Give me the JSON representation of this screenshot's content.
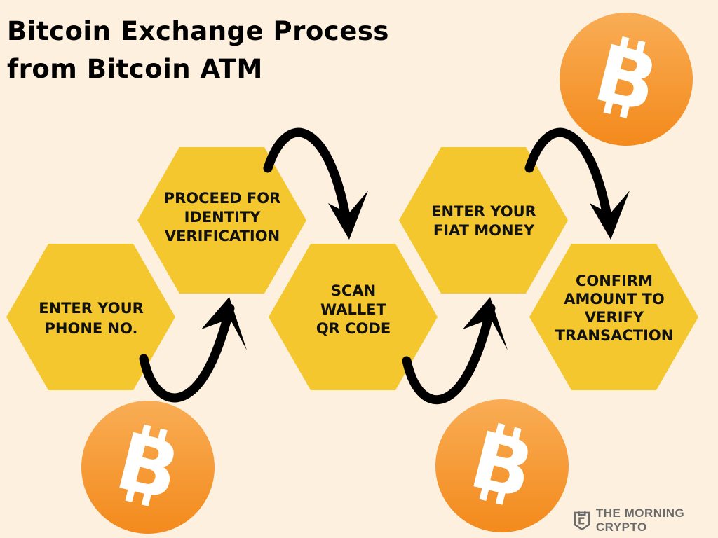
{
  "title": {
    "line1": "Bitcoin Exchange Process",
    "line2": "from Bitcoin ATM"
  },
  "steps": [
    {
      "lines": [
        "ENTER YOUR",
        "PHONE NO."
      ]
    },
    {
      "lines": [
        "PROCEED FOR",
        "IDENTITY",
        "VERIFICATION"
      ]
    },
    {
      "lines": [
        "SCAN",
        "WALLET",
        "QR CODE"
      ]
    },
    {
      "lines": [
        "ENTER YOUR",
        "FIAT MONEY"
      ]
    },
    {
      "lines": [
        "CONFIRM",
        "AMOUNT TO",
        "VERIFY",
        "TRANSACTION"
      ]
    }
  ],
  "icons": [
    "bitcoin-icon",
    "arrow-icon",
    "shield-logo-icon"
  ],
  "colors": {
    "background": "#fdf0de",
    "hexagon": "#f4c72f",
    "coin_light": "#f9a94a",
    "coin_dark": "#f38b1e",
    "arrow": "#000000",
    "brand": "#6b6b6b"
  },
  "brand": {
    "name": "THE MORNING CRYPTO"
  }
}
